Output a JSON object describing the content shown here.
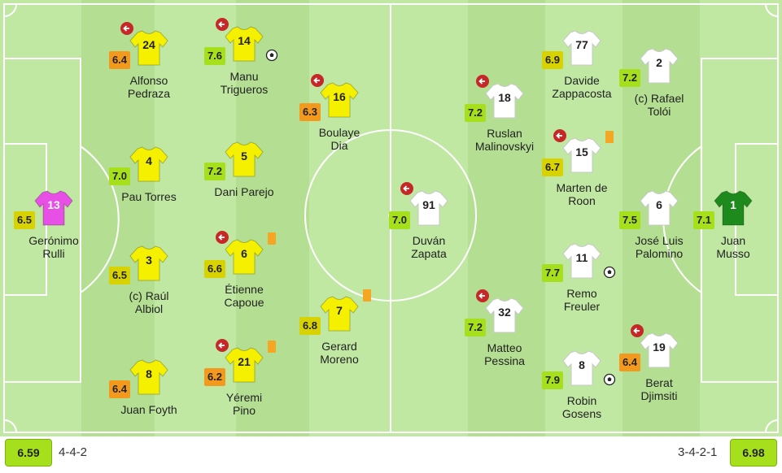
{
  "home": {
    "rating": "6.59",
    "formation": "4-4-2",
    "shirt_color": "#f5f000",
    "gk_color": "#e84fe6",
    "players": [
      {
        "id": "gk",
        "num": "13",
        "rating": "6.5",
        "name": [
          "Gerónimo",
          "Rulli"
        ],
        "gk": true
      },
      {
        "id": "d1",
        "num": "24",
        "rating": "6.4",
        "name": [
          "Alfonso",
          "Pedraza"
        ],
        "sub": true
      },
      {
        "id": "d2",
        "num": "4",
        "rating": "7.0",
        "name": [
          "Pau Torres"
        ]
      },
      {
        "id": "d3",
        "num": "3",
        "rating": "6.5",
        "name": [
          "(c) Raúl",
          "Albiol"
        ]
      },
      {
        "id": "d4",
        "num": "8",
        "rating": "6.4",
        "name": [
          "Juan Foyth"
        ]
      },
      {
        "id": "m1",
        "num": "14",
        "rating": "7.6",
        "name": [
          "Manu",
          "Trigueros"
        ],
        "sub": true,
        "goal": true
      },
      {
        "id": "m2",
        "num": "5",
        "rating": "7.2",
        "name": [
          "Dani Parejo"
        ]
      },
      {
        "id": "m3",
        "num": "6",
        "rating": "6.6",
        "name": [
          "Étienne",
          "Capoue"
        ],
        "sub": true,
        "card": true
      },
      {
        "id": "m4",
        "num": "21",
        "rating": "6.2",
        "name": [
          "Yéremi",
          "Pino"
        ],
        "sub": true,
        "card": true
      },
      {
        "id": "f1",
        "num": "16",
        "rating": "6.3",
        "name": [
          "Boulaye",
          "Dia"
        ],
        "sub": true
      },
      {
        "id": "f2",
        "num": "7",
        "rating": "6.8",
        "name": [
          "Gerard",
          "Moreno"
        ],
        "card": true
      }
    ]
  },
  "away": {
    "rating": "6.98",
    "formation": "3-4-2-1",
    "shirt_color": "#ffffff",
    "gk_color": "#1e8a1e",
    "players": [
      {
        "id": "gk",
        "num": "1",
        "rating": "7.1",
        "name": [
          "Juan",
          "Musso"
        ],
        "gk": true
      },
      {
        "id": "d1",
        "num": "2",
        "rating": "7.2",
        "name": [
          "(c) Rafael",
          "Tolói"
        ]
      },
      {
        "id": "d2",
        "num": "6",
        "rating": "7.5",
        "name": [
          "José Luis",
          "Palomino"
        ]
      },
      {
        "id": "d3",
        "num": "19",
        "rating": "6.4",
        "name": [
          "Berat",
          "Djimsiti"
        ],
        "sub": true
      },
      {
        "id": "m1",
        "num": "77",
        "rating": "6.9",
        "name": [
          "Davide",
          "Zappacosta"
        ]
      },
      {
        "id": "m2",
        "num": "15",
        "rating": "6.7",
        "name": [
          "Marten de",
          "Roon"
        ],
        "sub": true,
        "card": true
      },
      {
        "id": "m3",
        "num": "11",
        "rating": "7.7",
        "name": [
          "Remo",
          "Freuler"
        ],
        "goal": true
      },
      {
        "id": "m4",
        "num": "8",
        "rating": "7.9",
        "name": [
          "Robin",
          "Gosens"
        ],
        "goal": true
      },
      {
        "id": "a1",
        "num": "18",
        "rating": "7.2",
        "name": [
          "Ruslan",
          "Malinovskyi"
        ],
        "sub": true
      },
      {
        "id": "a2",
        "num": "32",
        "rating": "7.2",
        "name": [
          "Matteo",
          "Pessina"
        ],
        "sub": true
      },
      {
        "id": "st",
        "num": "91",
        "rating": "7.0",
        "name": [
          "Duván",
          "Zapata"
        ],
        "sub": true
      }
    ]
  },
  "rating_colors": {
    "high": "#a6e01c",
    "mid": "#d8d300",
    "low": "#f39a1e"
  }
}
